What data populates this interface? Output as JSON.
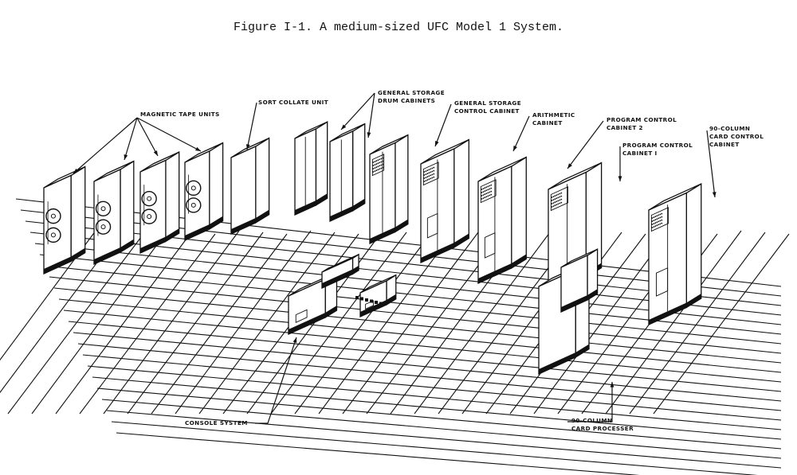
{
  "figure": {
    "caption": "Figure I-1.  A medium-sized UFC Model 1 System."
  },
  "labels": {
    "magnetic_tape_units": "MAGNETIC TAPE UNITS",
    "sort_collate_unit": "SORT COLLATE UNIT",
    "general_storage_drum_1": "GENERAL STORAGE",
    "general_storage_drum_2": "DRUM CABINETS",
    "general_storage_control_1": "GENERAL STORAGE",
    "general_storage_control_2": "CONTROL CABINET",
    "arithmetic_1": "ARITHMETIC",
    "arithmetic_2": "CABINET",
    "program_control_2_1": "PROGRAM CONTROL",
    "program_control_2_2": "CABINET 2",
    "program_control_1_1": "PROGRAM CONTROL",
    "program_control_1_2": "CABINET  I",
    "card_control_1": "90-COLUMN",
    "card_control_2": "CARD CONTROL",
    "card_control_3": "CABINET",
    "console_system": "CONSOLE SYSTEM",
    "card_processor_1": "90-COLUMN",
    "card_processor_2": "CARD PROCESSER"
  },
  "colors": {
    "ink": "#111111",
    "paper": "#ffffff"
  }
}
